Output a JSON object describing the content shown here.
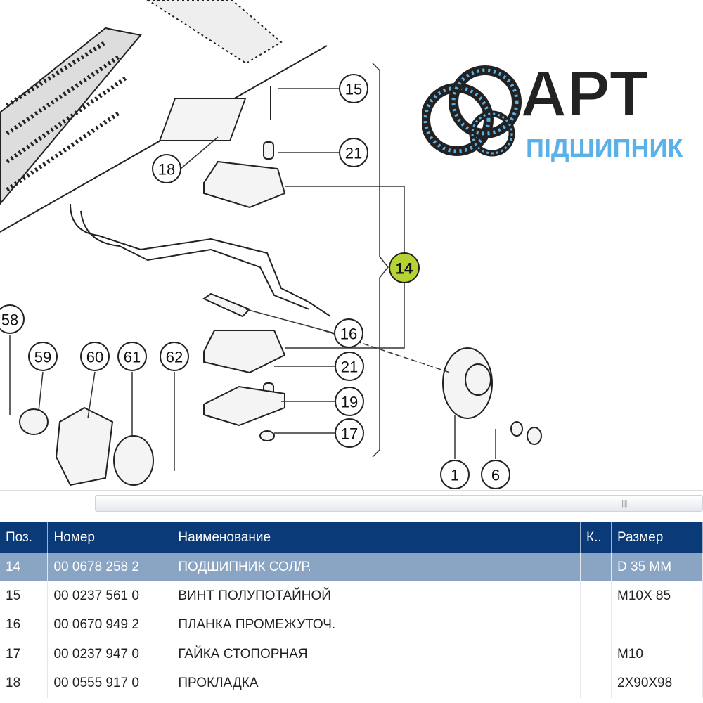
{
  "diagram": {
    "callouts": [
      "15",
      "21",
      "18",
      "14",
      "16",
      "21",
      "19",
      "17",
      "58",
      "59",
      "60",
      "61",
      "62",
      "1",
      "6"
    ],
    "highlight_color": "#b5d334"
  },
  "scrollbar": {
    "grip": "||||"
  },
  "table": {
    "headers": [
      "Поз.",
      "Номер",
      "Наименование",
      "К..",
      "Размер"
    ],
    "rows": [
      {
        "pos": "14",
        "num": "00 0678 258 2",
        "name": "ПОДШИПНИК СОЛ/Р.",
        "k": "",
        "size": "D 35 MM"
      },
      {
        "pos": "15",
        "num": "00 0237 561 0",
        "name": "ВИНТ ПОЛУПОТАЙНОЙ",
        "k": "",
        "size": "M10X 85"
      },
      {
        "pos": "16",
        "num": "00 0670 949 2",
        "name": "ПЛАНКА ПРОМЕЖУТОЧ.",
        "k": "",
        "size": ""
      },
      {
        "pos": "17",
        "num": "00 0237 947 0",
        "name": "ГАЙКА СТОПОРНАЯ",
        "k": "",
        "size": "M10"
      },
      {
        "pos": "18",
        "num": "00 0555 917 0",
        "name": "ПРОКЛАДКА",
        "k": "",
        "size": "2X90X98"
      }
    ],
    "header_color": "#0b3a78",
    "selected_color": "#8aa4c4"
  },
  "watermark": {
    "line1": "АРТ",
    "line2": "ПІДШИПНИК"
  }
}
